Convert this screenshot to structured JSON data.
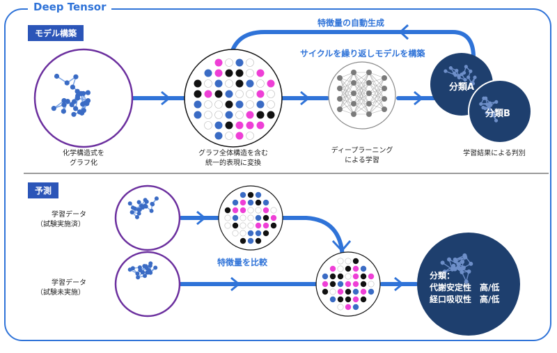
{
  "title": "Deep Tensor",
  "model_section": {
    "tag": "モデル構築",
    "feature_label": "特徴量の自動生成",
    "cycle_label": "サイクルを繰り返しモデルを構築",
    "step1_caption": [
      "化学構造式を",
      "グラフ化"
    ],
    "step2_caption": [
      "グラフ全体構造を含む",
      "統一的表現に変換"
    ],
    "step3_caption": [
      "ディープラーニング",
      "による学習"
    ],
    "step4_caption": "学習結果による判別",
    "class_a": "分類A",
    "class_b": "分類B"
  },
  "predict_section": {
    "tag": "予測",
    "trained_label": [
      "学習データ",
      "（試験実施済）"
    ],
    "untrained_label": [
      "学習データ",
      "（試験未実施）"
    ],
    "compare_label": "特徴量を比較",
    "result_lines": [
      "分類：",
      "代謝安定性　高/低",
      "経口吸収性　高/低"
    ]
  },
  "colors": {
    "accent": "#2f73d8",
    "purple": "#6b2f9e",
    "navy": "#1e3f6e",
    "pink": "#ee3fd6",
    "node_blue": "#3a6bc4"
  }
}
